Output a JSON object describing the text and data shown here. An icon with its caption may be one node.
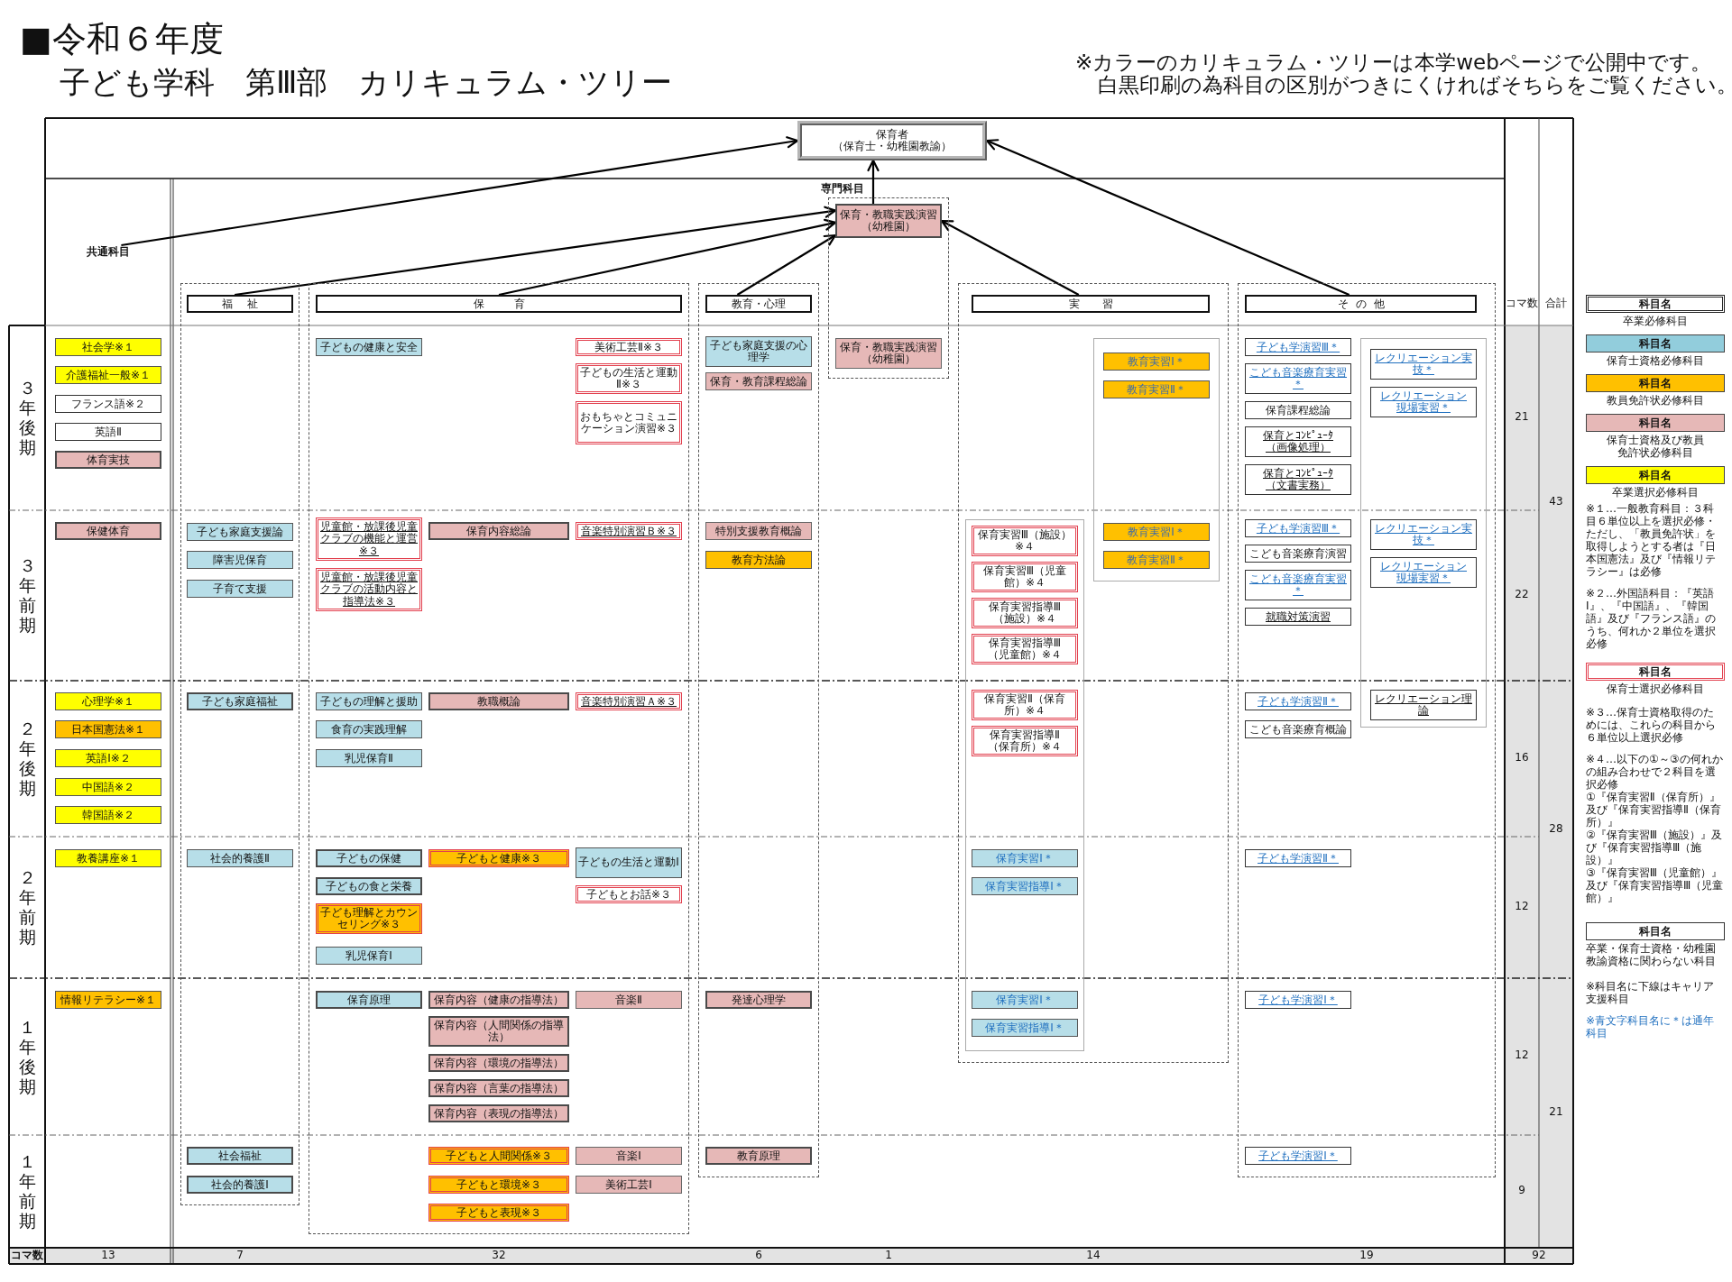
{
  "diagram": {
    "title": "子ども学科　第Ⅲ部　カリキュラム・ツリー",
    "nodes": [
      {
        "text": [
          "保育者",
          "（保育士・幼稚園教諭）"
        ]
      },
      {
        "text": [
          "共通科目"
        ]
      },
      {
        "text": [],
        "shape": "box"
      },
      {
        "text": [
          "保育・教職実践演習（幼稚園）"
        ],
        "in": 2
      },
      {
        "text": [
          "保育・教職実践演習（幼稚園）"
        ],
        "in": 2
      },
      {
        "text": [
          "社会学※１"
        ]
      },
      {
        "text": [
          "介護福祉一般※１"
        ]
      },
      {
        "text": [
          "フランス語※２"
        ]
      },
      {
        "text": [
          "英語Ⅱ"
        ]
      },
      {
        "text": [
          "体育実技"
        ]
      },
      {
        "text": [
          "保健体育"
        ]
      },
      {
        "text": [
          "心理学※１"
        ]
      },
      {
        "text": [
          "日本国憲法※１"
        ]
      },
      {
        "text": [
          "英語Ⅰ※２"
        ]
      },
      {
        "text": [
          "中国語※２"
        ]
      },
      {
        "text": [
          "韓国語※２"
        ]
      },
      {
        "text": [
          "教養講座※１"
        ]
      },
      {
        "text": [
          "情報リテラシー※１"
        ]
      },
      {
        "text": [],
        "shape": "box"
      },
      {
        "text": [
          "福祉"
        ],
        "in": 18
      },
      {
        "text": [
          "子ども家庭支援論"
        ],
        "in": 18
      },
      {
        "text": [
          "障害児保育"
        ],
        "in": 18
      },
      {
        "text": [
          "子育て支援"
        ],
        "in": 18
      },
      {
        "text": [
          "子ども家庭福祉"
        ],
        "in": 18
      },
      {
        "text": [
          "社会的養護Ⅱ"
        ],
        "in": 18
      },
      {
        "text": [
          "社会福祉"
        ],
        "in": 18
      },
      {
        "text": [
          "社会的養護Ⅰ"
        ],
        "in": 18
      },
      {
        "text": [],
        "shape": "box"
      },
      {
        "text": [
          "保育"
        ],
        "in": 27
      },
      {
        "text": [
          "子どもの健康と安全"
        ],
        "in": 27
      },
      {
        "text": [
          "美術工芸Ⅱ※３"
        ],
        "in": 27
      },
      {
        "text": [
          "子どもの生活と運動Ⅱ※３"
        ],
        "in": 27
      },
      {
        "text": [
          "おもちゃとコミュニケーション演習※３"
        ],
        "in": 27
      },
      {
        "text": [
          "児童館・放課後児童クラブの機能と運営※３"
        ],
        "in": 27
      },
      {
        "text": [
          "保育内容総論"
        ],
        "in": 27
      },
      {
        "text": [
          "音楽特別演習Ｂ※３"
        ],
        "in": 27
      },
      {
        "text": [
          "児童館・放課後児童クラブの活動内容と指導法※３"
        ],
        "in": 27
      },
      {
        "text": [
          "子どもの理解と援助"
        ],
        "in": 27
      },
      {
        "text": [
          "教職概論"
        ],
        "in": 27
      },
      {
        "text": [
          "音楽特別演習Ａ※３"
        ],
        "in": 27
      },
      {
        "text": [
          "食育の実践理解"
        ],
        "in": 27
      },
      {
        "text": [
          "乳児保育Ⅱ"
        ],
        "in": 27
      },
      {
        "text": [
          "子どもの保健"
        ],
        "in": 27
      },
      {
        "text": [
          "子どもと健康※３"
        ],
        "in": 27
      },
      {
        "text": [
          "子どもの生活と運動Ⅰ"
        ],
        "in": 27
      },
      {
        "text": [
          "子どもの食と栄養"
        ],
        "in": 27
      },
      {
        "text": [
          "子どもとお話※３"
        ],
        "in": 27
      },
      {
        "text": [
          "子ども理解とカウンセリング※３"
        ],
        "in": 27
      },
      {
        "text": [
          "乳児保育Ⅰ"
        ],
        "in": 27
      },
      {
        "text": [
          "保育原理"
        ],
        "in": 27
      },
      {
        "text": [
          "保育内容（健康の指導法）"
        ],
        "in": 27
      },
      {
        "text": [
          "音楽Ⅱ"
        ],
        "in": 27
      },
      {
        "text": [
          "保育内容（人間関係の指導法）"
        ],
        "in": 27
      },
      {
        "text": [
          "保育内容（環境の指導法）"
        ],
        "in": 27
      },
      {
        "text": [
          "保育内容（言葉の指導法）"
        ],
        "in": 27
      },
      {
        "text": [
          "保育内容（表現の指導法）"
        ],
        "in": 27
      },
      {
        "text": [
          "子どもと人間関係※３"
        ],
        "in": 27
      },
      {
        "text": [
          "音楽Ⅰ"
        ],
        "in": 27
      },
      {
        "text": [
          "子どもと環境※３"
        ],
        "in": 27
      },
      {
        "text": [
          "美術工芸Ⅰ"
        ],
        "in": 27
      },
      {
        "text": [
          "子どもと表現※３"
        ],
        "in": 27
      },
      {
        "text": [],
        "shape": "box"
      },
      {
        "text": [
          "教育・心理"
        ],
        "in": 61
      },
      {
        "text": [
          "子ども家庭支援の心理学"
        ],
        "in": 61
      },
      {
        "text": [
          "保育・教育課程総論"
        ],
        "in": 61
      },
      {
        "text": [
          "特別支援教育概論"
        ],
        "in": 61
      },
      {
        "text": [
          "教育方法論"
        ],
        "in": 61
      },
      {
        "text": [
          "発達心理学"
        ],
        "in": 61
      },
      {
        "text": [
          "教育原理"
        ],
        "in": 61
      },
      {
        "text": [],
        "shape": "box"
      },
      {
        "text": [
          "実習"
        ],
        "in": 69
      },
      {
        "text": [],
        "shape": "box",
        "in": 69
      },
      {
        "text": [
          "教育実習Ⅰ＊"
        ],
        "in": 71
      },
      {
        "text": [
          "教育実習Ⅱ＊"
        ],
        "in": 71
      },
      {
        "text": [
          "教育実習Ⅰ＊"
        ],
        "in": 71
      },
      {
        "text": [
          "教育実習Ⅱ＊"
        ],
        "in": 71
      },
      {
        "text": [],
        "shape": "box",
        "in": 69
      },
      {
        "text": [
          "保育実習Ⅲ（施設）※４"
        ],
        "in": 76
      },
      {
        "text": [
          "保育実習Ⅲ（児童館）※４"
        ],
        "in": 76
      },
      {
        "text": [
          "保育実習指導Ⅲ（施設）※４"
        ],
        "in": 76
      },
      {
        "text": [
          "保育実習指導Ⅲ（児童館）※４"
        ],
        "in": 76
      },
      {
        "text": [
          "保育実習Ⅱ（保育所）※４"
        ],
        "in": 76
      },
      {
        "text": [
          "保育実習指導Ⅱ（保育所）※４"
        ],
        "in": 76
      },
      {
        "text": [
          "保育実習Ⅰ＊"
        ],
        "in": 76
      },
      {
        "text": [
          "保育実習指導Ⅰ＊"
        ],
        "in": 76
      },
      {
        "text": [
          "保育実習Ⅰ＊"
        ],
        "in": 76
      },
      {
        "text": [
          "保育実習指導Ⅰ＊"
        ],
        "in": 76
      },
      {
        "text": [],
        "shape": "box"
      },
      {
        "text": [
          "その他"
        ],
        "in": 87
      },
      {
        "text": [
          "子ども学演習Ⅲ＊"
        ],
        "in": 87
      },
      {
        "text": [],
        "shape": "box",
        "in": 87
      },
      {
        "text": [
          "レクリエーション実技＊"
        ],
        "in": 90
      },
      {
        "text": [
          "こども音楽療育実習＊"
        ],
        "in": 87
      },
      {
        "text": [
          "レクリエーション現場実習＊"
        ],
        "in": 90
      },
      {
        "text": [
          "保育課程総論"
        ],
        "in": 87
      },
      {
        "text": [
          "保育とｺﾝﾋﾟｭｰﾀ（画像処理）"
        ],
        "in": 87
      },
      {
        "text": [
          "保育とｺﾝﾋﾟｭｰﾀ（文書実務）"
        ],
        "in": 87
      },
      {
        "text": [
          "子ども学演習Ⅲ＊"
        ],
        "in": 87
      },
      {
        "text": [
          "レクリエーション実技＊"
        ],
        "in": 90
      },
      {
        "text": [
          "こども音楽療育演習"
        ],
        "in": 87
      },
      {
        "text": [
          "レクリエーション現場実習＊"
        ],
        "in": 90
      },
      {
        "text": [
          "こども音楽療育実習＊"
        ],
        "in": 87
      },
      {
        "text": [
          "就職対策演習"
        ],
        "in": 87
      },
      {
        "text": [
          "子ども学演習Ⅱ＊"
        ],
        "in": 87
      },
      {
        "text": [
          "レクリエーション理論"
        ],
        "in": 90
      },
      {
        "text": [
          "こども音楽療育概論"
        ],
        "in": 87
      },
      {
        "text": [
          "子ども学演習Ⅱ＊"
        ],
        "in": 87
      },
      {
        "text": [
          "子ども学演習Ⅰ＊"
        ],
        "in": 87
      },
      {
        "text": [
          "子ども学演習Ⅰ＊"
        ],
        "in": 87
      }
    ],
    "edges": [
      {
        "from": 1,
        "to": 0,
        "arrow": "to"
      },
      {
        "from": 19,
        "to": 3,
        "arrow": "to"
      },
      {
        "from": 28,
        "to": 3,
        "arrow": "to"
      },
      {
        "from": 62,
        "to": 3,
        "arrow": "to"
      },
      {
        "from": 70,
        "to": 3,
        "arrow": "to"
      },
      {
        "from": 88,
        "to": 0,
        "arrow": "to"
      },
      {
        "from": 3,
        "to": 0,
        "arrow": "to"
      }
    ],
    "labels": [
      "■令和６年度",
      "※カラーのカリキュラム・ツリーは本学webページで公開中です。",
      "白黒印刷の為科目の区別がつきにくければそちらをご覧ください。",
      "専門科目",
      "コマ数",
      "合計",
      "３年後期",
      "21",
      "43",
      "３年前期",
      "22",
      "２年後期",
      "16",
      "28",
      "２年前期",
      "12",
      "１年後期",
      "12",
      "21",
      "１年前期",
      "9",
      "コマ数",
      "13",
      "7",
      "32",
      "6",
      "1",
      "14",
      "19",
      "92",
      "科目名",
      "科目名",
      "科目名",
      "科目名",
      "科目名",
      "※１…一般教育科目：３科目６単位以上を選択必修・ただし、「教員免許状」を取得しようとする者は『日本国憲法』及び『情報リテラシー』は必修",
      "※２…外国語科目：『英語Ⅰ』、『中国語』、『韓国語』及び『フランス語』のうち、何れか２単位を選択必修",
      "科目名",
      "※３…保育士資格取得のためには、これらの科目から６単位以上選択必修",
      "※４…以下の①～③の何れかの組み合わせで２科目を選択必修",
      "①『保育実習Ⅱ（保育所）』及び『保育実習指導Ⅱ（保育所）』",
      "②『保育実習Ⅲ（施設）』及び『保育実習指導Ⅲ（施設）』",
      "③『保育実習Ⅲ（児童館）』及び『保育実習指導Ⅲ（児童館）』",
      "科目名",
      "※科目名に下線はキャリア支援科目",
      "※青文字科目名に＊は通年科目"
    ],
    "legend": [
      {
        "text": "卒業必修科目"
      },
      {
        "text": "保育士資格必修科目",
        "color": "#92cddc"
      },
      {
        "text": "教員免許状必修科目",
        "color": "#ffc000"
      },
      {
        "text": "保育士資格及び教員免許状必修科目",
        "color": "#e6b8b7"
      },
      {
        "text": "卒業選択必修科目",
        "color": "#ffff00"
      },
      {
        "text": "保育士選択必修科目"
      },
      {
        "text": "卒業・保育士資格・幼稚園教諭資格に関わらない科目"
      }
    ]
  }
}
